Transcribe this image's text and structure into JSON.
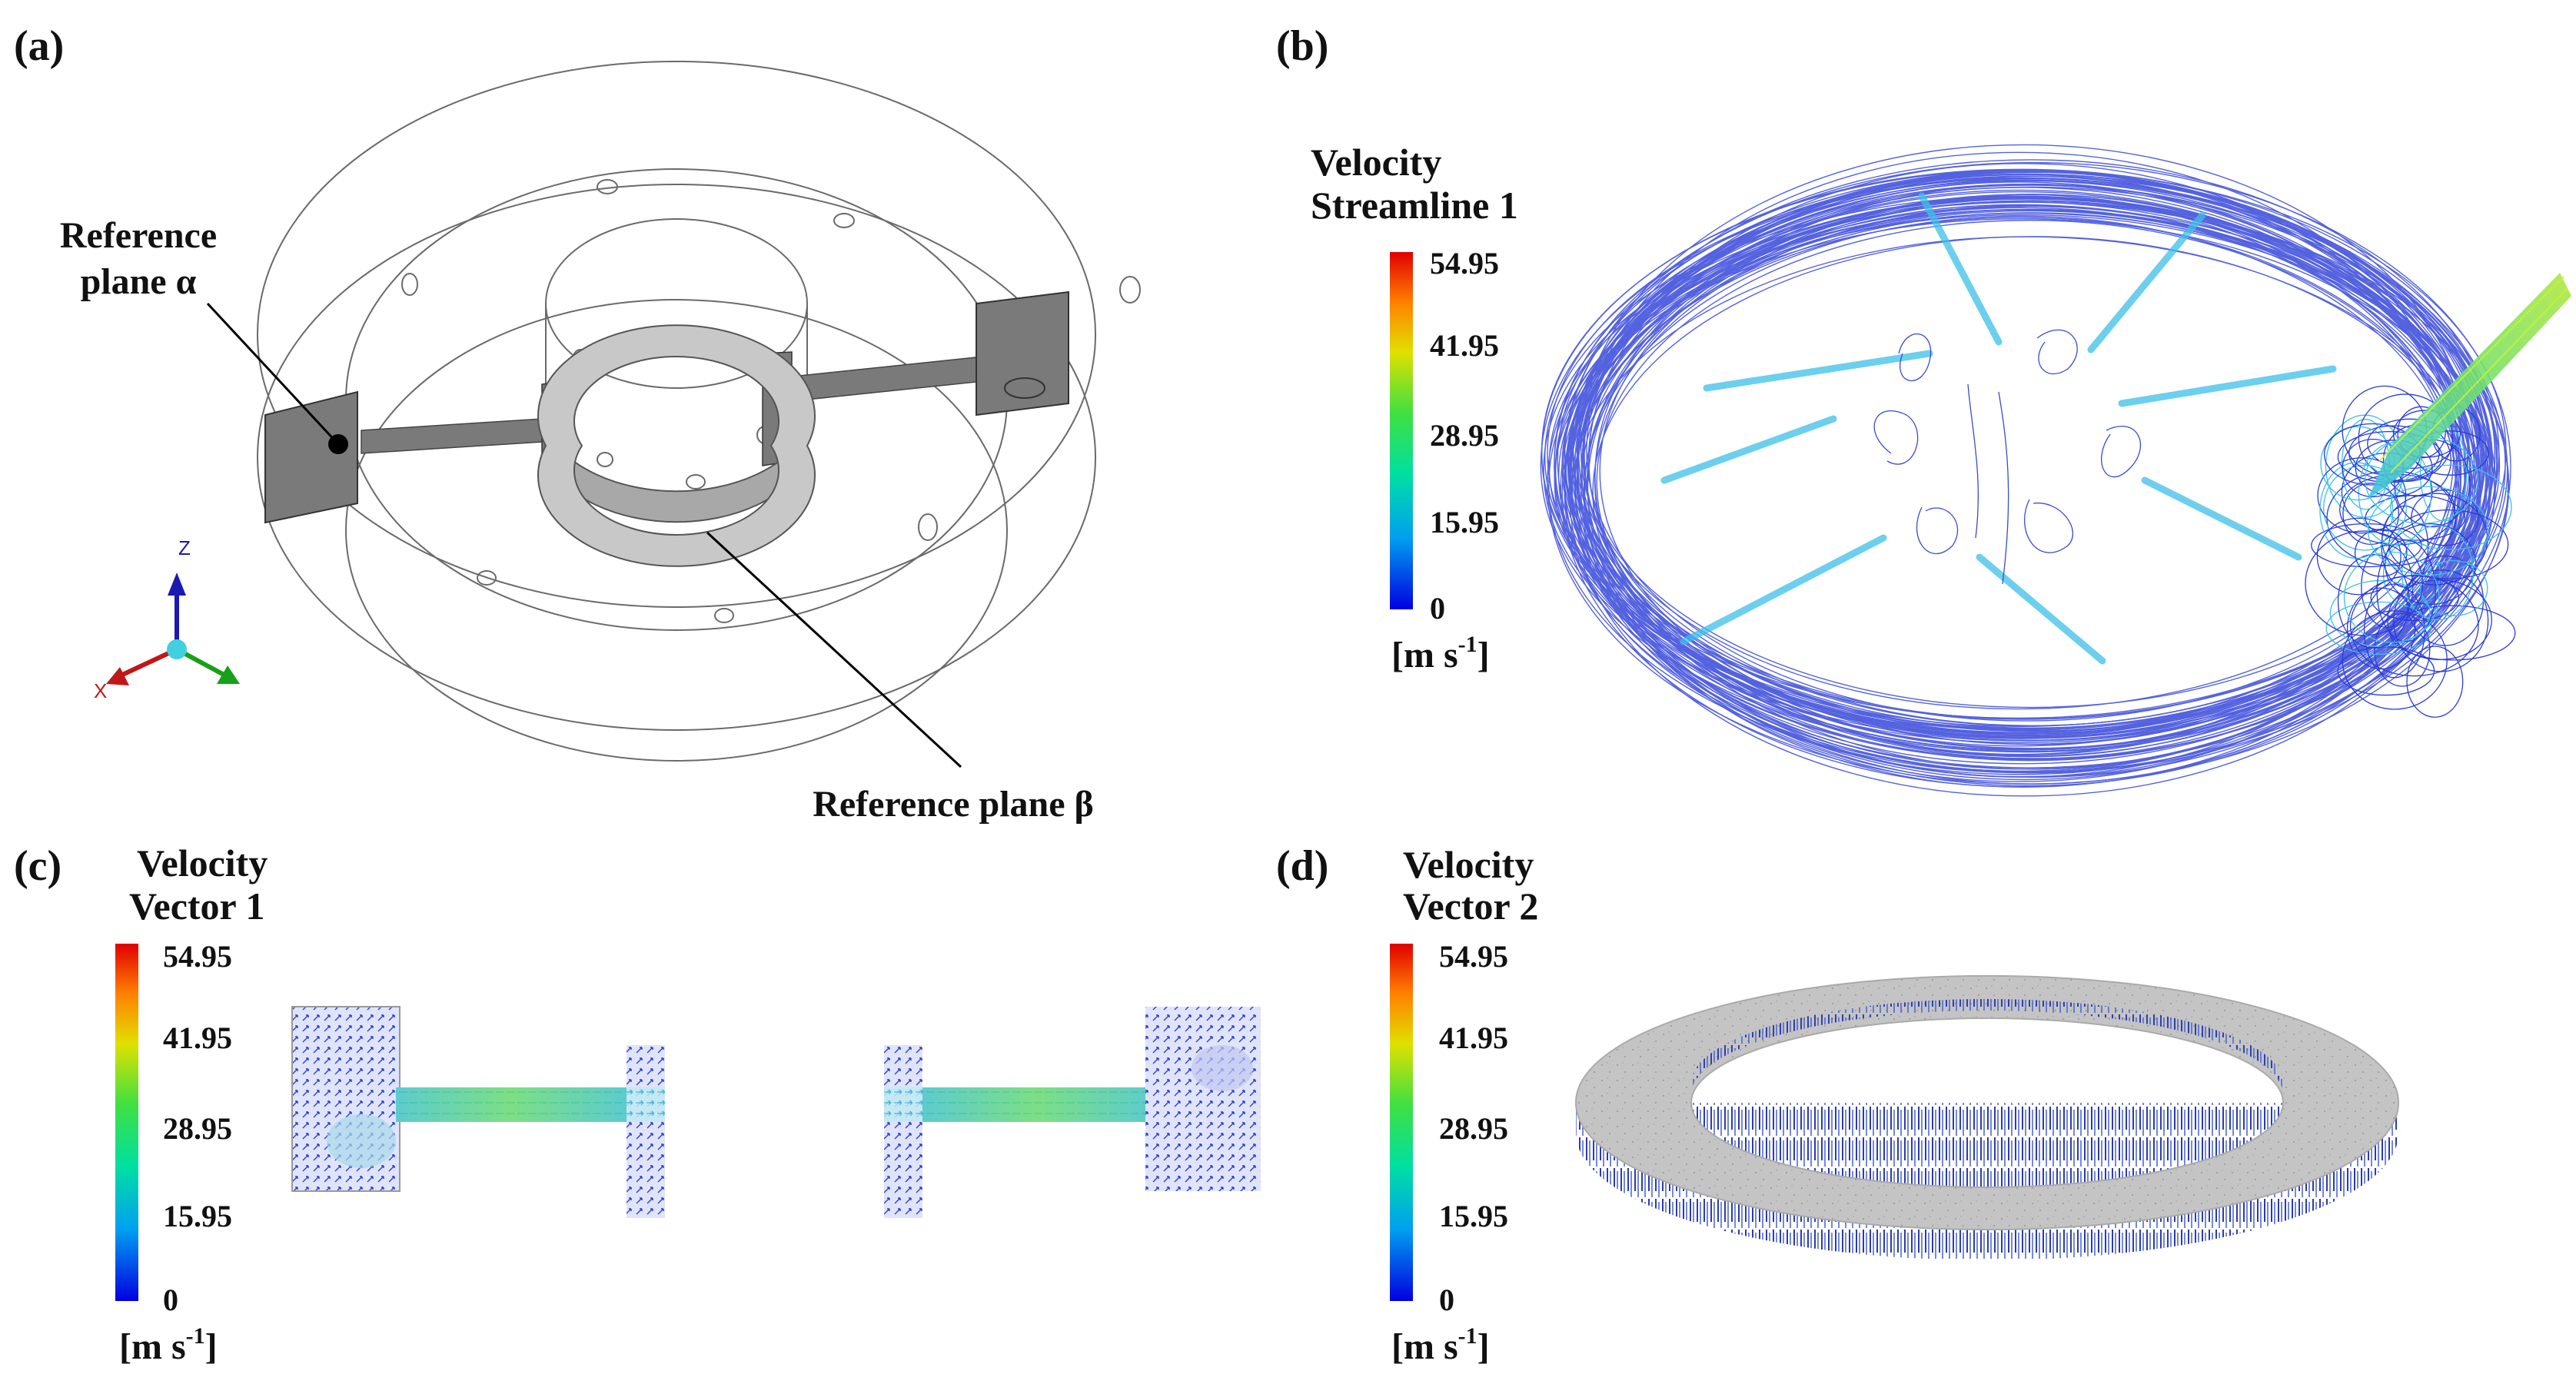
{
  "figure": {
    "panels": [
      {
        "id": "a",
        "label": "(a)",
        "callouts": [
          "Reference plane α",
          "Reference plane β"
        ],
        "callout_alpha_lines": [
          "Reference",
          "plane α"
        ],
        "axes": {
          "z": "Z",
          "x": "X"
        }
      },
      {
        "id": "b",
        "label": "(b)",
        "legend": {
          "title_lines": [
            "Velocity",
            "Streamline 1"
          ],
          "ticks": [
            "54.95",
            "41.95",
            "28.95",
            "15.95",
            "0"
          ],
          "unit_main": "[m s",
          "unit_sup": "-1",
          "unit_end": "]"
        }
      },
      {
        "id": "c",
        "label": "(c)",
        "legend": {
          "title_lines": [
            "Velocity",
            "Vector 1"
          ],
          "ticks": [
            "54.95",
            "41.95",
            "28.95",
            "15.95",
            "0"
          ],
          "unit_main": "[m s",
          "unit_sup": "-1",
          "unit_end": "]"
        }
      },
      {
        "id": "d",
        "label": "(d)",
        "legend": {
          "title_lines": [
            "Velocity",
            "Vector 2"
          ],
          "ticks": [
            "54.95",
            "41.95",
            "28.95",
            "15.95",
            "0"
          ],
          "unit_main": "[m s",
          "unit_sup": "-1",
          "unit_end": "]"
        }
      }
    ],
    "colorbar_stops": [
      "#0000e0",
      "#00a0f0",
      "#00e0a0",
      "#40e040",
      "#e0e000",
      "#ff8000",
      "#e00000"
    ],
    "colors": {
      "solid_gray": "#7a7a7a",
      "ring_gray": "#c8c8c8",
      "stream_blue": "#2a3cd8",
      "stream_cyan": "#3cc0e8",
      "stream_green": "#6ee05a"
    }
  }
}
